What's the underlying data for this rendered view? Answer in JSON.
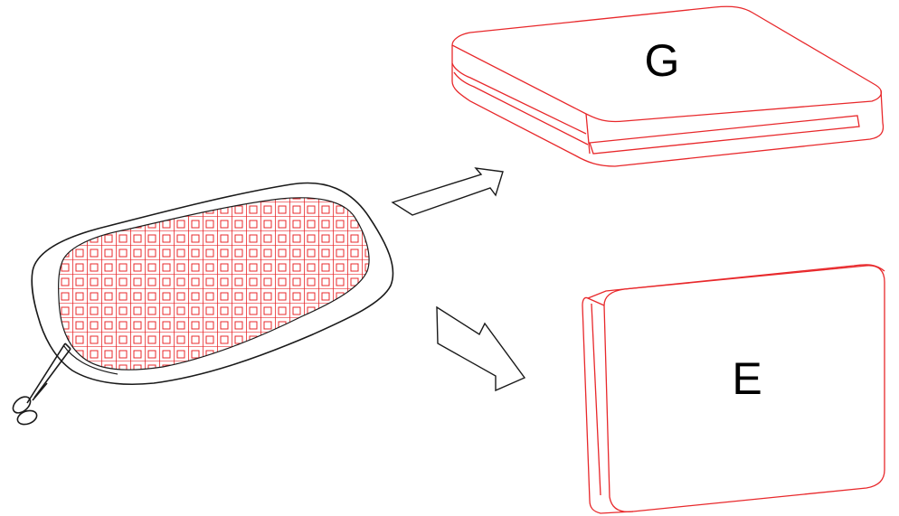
{
  "colors": {
    "line": "#e8282b",
    "ink": "#1a1a1a",
    "background": "#ffffff"
  },
  "boxes": {
    "top_label": "G",
    "bottom_label": "E"
  },
  "icons": {
    "cushion": "cushion-with-grid-pattern",
    "scissors": "scissors-icon",
    "arrow_up": "arrow-up-right-icon",
    "arrow_down": "arrow-down-right-icon"
  }
}
